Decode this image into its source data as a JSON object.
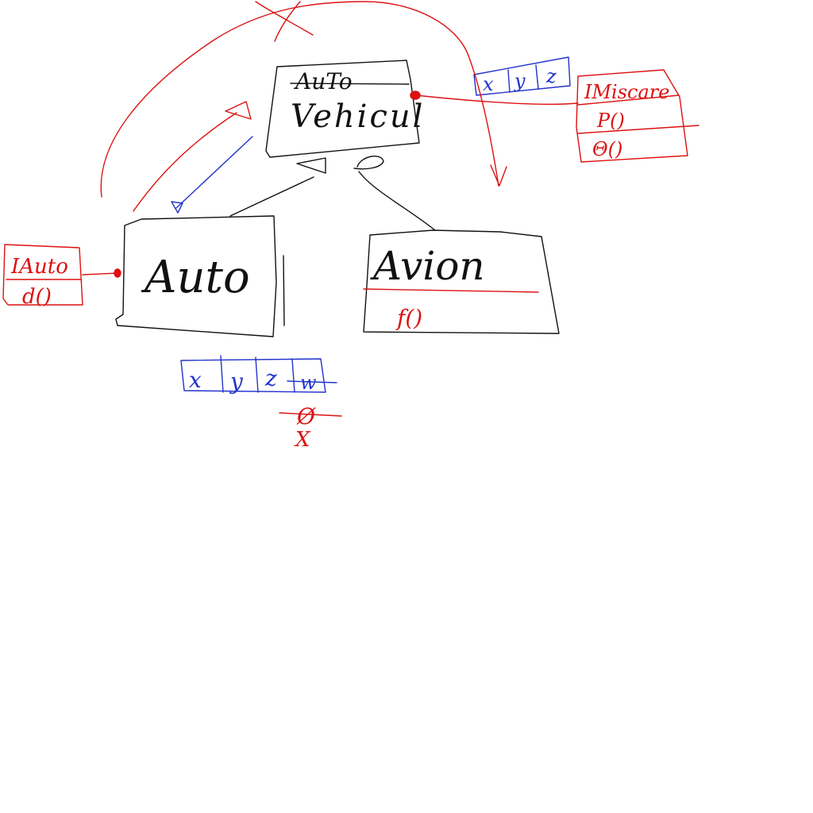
{
  "colors": {
    "background": "#ffffff",
    "class_ink": "#111111",
    "interface_ink": "#dd1111",
    "attribute_ink": "#2233cc"
  },
  "classes": {
    "vehicul": {
      "old_name": "AuTo",
      "name": "Vehicul"
    },
    "auto": {
      "name": "Auto"
    },
    "avion": {
      "name": "Avion",
      "method": "f()"
    }
  },
  "interfaces": {
    "iauto": {
      "name": "IAuto",
      "method": "d()"
    },
    "imiscare": {
      "name": "IMiscare",
      "methods": [
        "P()",
        "Θ()"
      ]
    }
  },
  "attribute_tables": {
    "vehicul_fields": [
      "x",
      "y",
      "z"
    ],
    "auto_fields": [
      "x",
      "y",
      "z",
      "w"
    ]
  },
  "annotations": {
    "empty_mark": "Ø",
    "crossed_mark": "X"
  }
}
